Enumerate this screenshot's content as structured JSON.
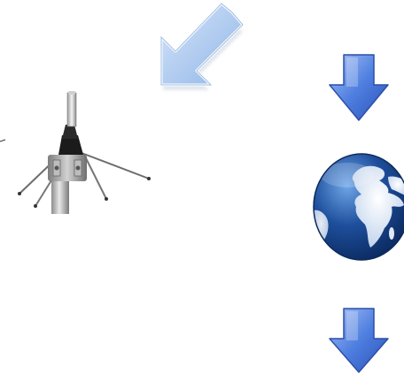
{
  "diagram": {
    "background": "#ffffff",
    "nodes": [
      {
        "id": "signal-arrow",
        "icon": "diagonal-arrow-icon",
        "color": "#a9c8ee"
      },
      {
        "id": "antenna",
        "icon": "ground-plane-antenna-icon",
        "color": "#9a9a9a"
      },
      {
        "id": "down-arrow-top",
        "icon": "down-arrow-icon",
        "color": "#3f6ed8"
      },
      {
        "id": "globe",
        "icon": "globe-icon",
        "color": "#1e4f9c"
      },
      {
        "id": "down-arrow-bottom",
        "icon": "down-arrow-icon",
        "color": "#3f6ed8"
      }
    ]
  }
}
